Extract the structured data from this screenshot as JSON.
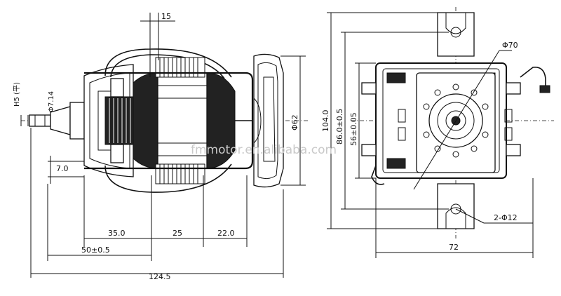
{
  "side_view": {
    "dims": {
      "d15": "15",
      "h5": "H5 (平)",
      "phi714": "Φ7.14",
      "d70": "7.0",
      "d350": "35.0",
      "d25": "25",
      "d220": "22.0",
      "d50": "50±0.5",
      "d1245": "124.5",
      "phi62": "Φ62"
    }
  },
  "front_view": {
    "dims": {
      "phi70": "Φ70",
      "d1040": "104.0",
      "d860": "86.0±0.5",
      "d560": "56±0.05",
      "hole": "2-Φ12",
      "d72": "72"
    }
  },
  "watermark": "fmmotor.en.alibaba.com"
}
